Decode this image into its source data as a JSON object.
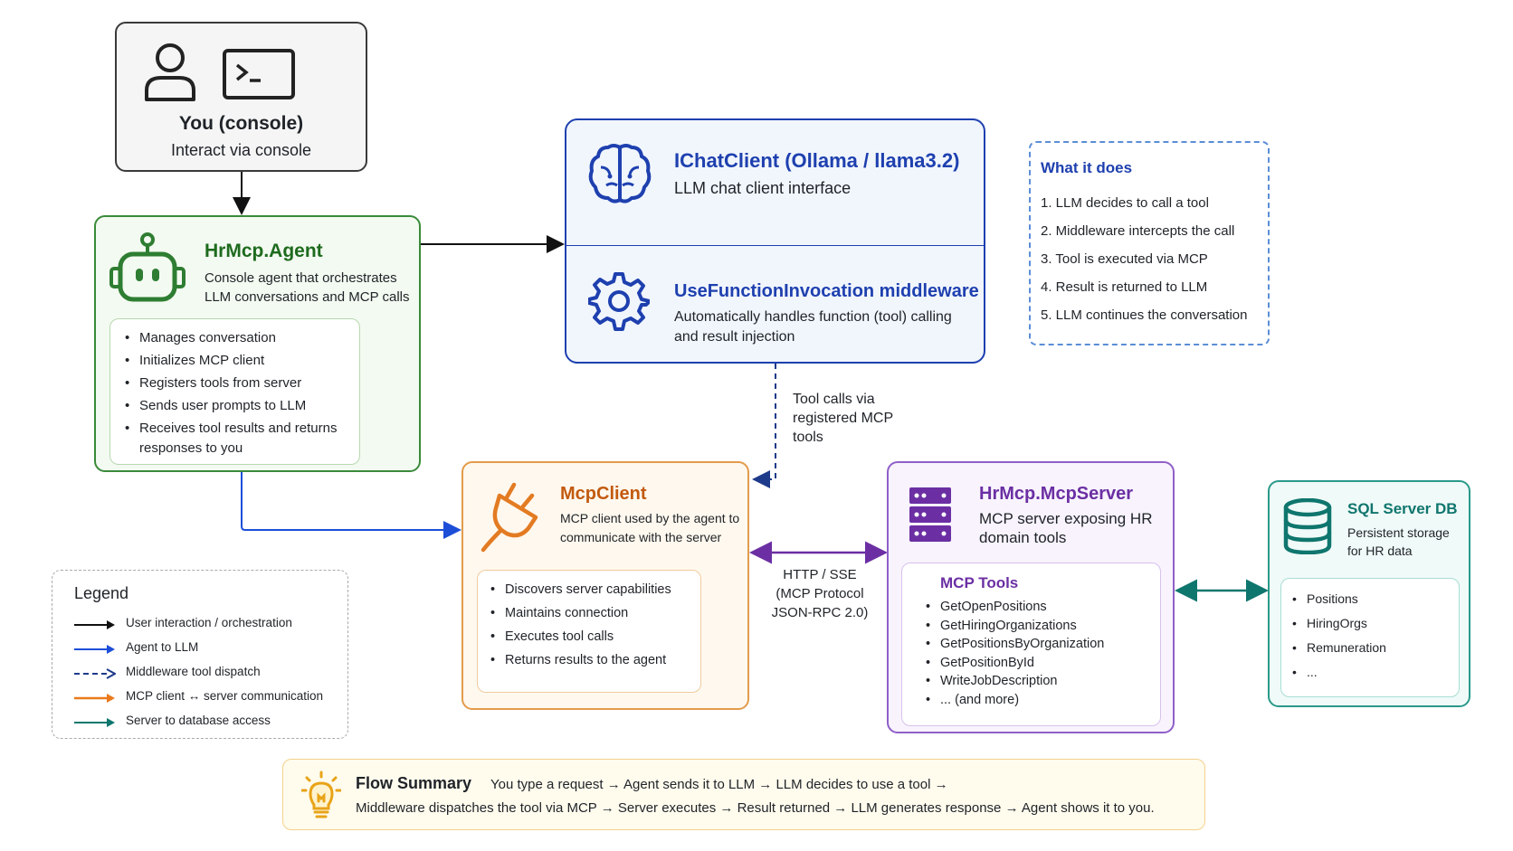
{
  "you": {
    "title": "You (console)",
    "subtitle": "Interact via console"
  },
  "agent": {
    "title": "HrMcp.Agent",
    "description": "Console agent that orchestrates LLM conversations and MCP calls",
    "items": [
      "Manages conversation",
      "Initializes MCP client",
      "Registers tools from server",
      "Sends user prompts to LLM",
      "Receives tool results and returns responses to you"
    ]
  },
  "ichat": {
    "title": "IChatClient (Ollama / llama3.2)",
    "subtitle": "LLM chat client interface",
    "middleware_title": "UseFunctionInvocation middleware",
    "middleware_desc": "Automatically handles function (tool) calling and result injection"
  },
  "what_it_does": {
    "title": "What it does",
    "steps": [
      "1. LLM decides to call a tool",
      "2. Middleware intercepts the call",
      "3. Tool is executed via MCP",
      "4. Result is returned to LLM",
      "5. LLM continues the conversation"
    ]
  },
  "tool_calls_label": [
    "Tool calls via",
    "registered MCP",
    "tools"
  ],
  "mcp_client": {
    "title": "McpClient",
    "description": "MCP client used by the agent to communicate with the server",
    "items": [
      "Discovers server capabilities",
      "Maintains connection",
      "Executes tool calls",
      "Returns results to the agent"
    ]
  },
  "http_label": [
    "HTTP / SSE",
    "(MCP Protocol",
    "JSON-RPC 2.0)"
  ],
  "mcp_server": {
    "title": "HrMcp.McpServer",
    "description": "MCP server exposing HR domain tools",
    "tools_title": "MCP Tools",
    "tools": [
      "GetOpenPositions",
      "GetHiringOrganizations",
      "GetPositionsByOrganization",
      "GetPositionById",
      "WriteJobDescription",
      "... (and more)"
    ]
  },
  "sql": {
    "title": "SQL Server DB",
    "description": "Persistent storage for HR data",
    "items": [
      "Positions",
      "HiringOrgs",
      "Remuneration",
      "..."
    ]
  },
  "legend": {
    "title": "Legend",
    "items": [
      {
        "label": "User interaction / orchestration",
        "color": "#111111",
        "style": "solid"
      },
      {
        "label": "Agent to LLM",
        "color": "#1d4ed8",
        "style": "solid"
      },
      {
        "label": "Middleware tool dispatch",
        "color": "#1e3a8a",
        "style": "dashed"
      },
      {
        "label": "MCP client ↔ server communication",
        "color": "#ea7a1c",
        "style": "solid"
      },
      {
        "label": "Server to database access",
        "color": "#0f766e",
        "style": "solid"
      }
    ]
  },
  "flow": {
    "title": "Flow Summary",
    "line1": "You type a request → Agent sends it to LLM → LLM decides to use a tool →",
    "line2": "Middleware dispatches the tool via MCP → Server executes → Result returned → LLM generates response → Agent shows it to you."
  },
  "colors": {
    "agent": "#1e6b1e",
    "ichat": "#1e40af",
    "mcp_client": "#c25a0e",
    "mcp_server": "#6b2fa3",
    "sql": "#0f766e"
  }
}
